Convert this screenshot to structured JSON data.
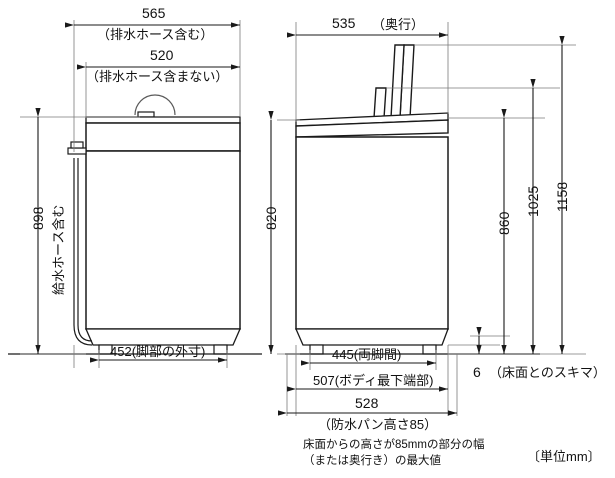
{
  "drawing": {
    "title_note_unit": "〔単位mm〕",
    "front_view": {
      "width_with_hose": {
        "value": "565",
        "note": "（排水ホース含む）"
      },
      "width_without_hose": {
        "value": "520",
        "note": "（排水ホース含まない）"
      },
      "height_with_supply_hose": {
        "value": "898",
        "note": "給水ホース含む"
      },
      "leg_outer_width": "452(脚部の外寸)"
    },
    "side_view": {
      "depth": {
        "value": "535",
        "note": "（奥行）"
      },
      "body_height": "820",
      "height_860": "860",
      "height_1025": "1025",
      "height_1158": "1158",
      "leg_span": "445(両脚間)",
      "body_bottom_width": "507(ボディ最下端部)",
      "pan_width": {
        "value": "528",
        "note": "（防水パン高さ85）"
      },
      "pan_note_line1": "床面からの高さが85mmの部分の幅",
      "pan_note_line2": "（または奥行き）の最大値",
      "floor_gap": {
        "value": "6",
        "note": "（床面とのスキマ）"
      }
    },
    "colors": {
      "line": "#1a1a1a",
      "thin": "#5a5a5a",
      "background": "#ffffff"
    }
  }
}
